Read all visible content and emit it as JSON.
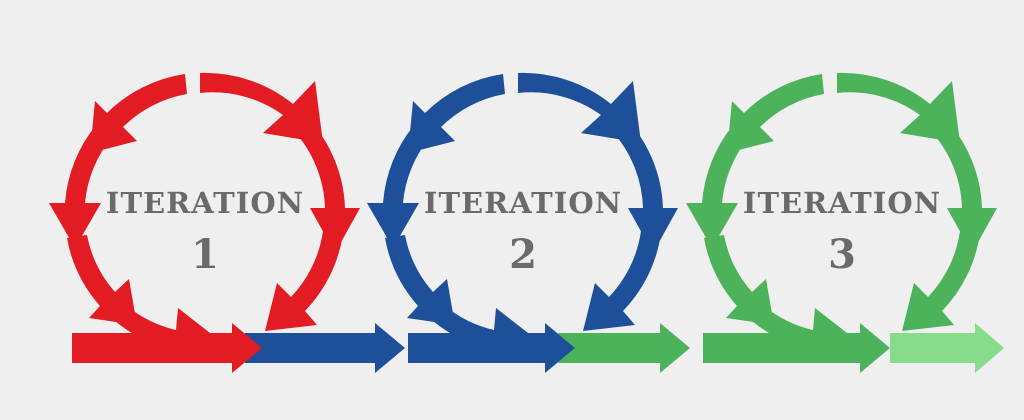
{
  "colors": {
    "background": "#efefef",
    "text": "#6a6a6a",
    "red": "#e31b22",
    "blue": "#1d4f9a",
    "green": "#4cb35a",
    "light_green": "#86dc8a"
  },
  "iterations": [
    {
      "title": "ITERATION",
      "number": "1",
      "color": "red"
    },
    {
      "title": "ITERATION",
      "number": "2",
      "color": "blue"
    },
    {
      "title": "ITERATION",
      "number": "3",
      "color": "green"
    }
  ]
}
